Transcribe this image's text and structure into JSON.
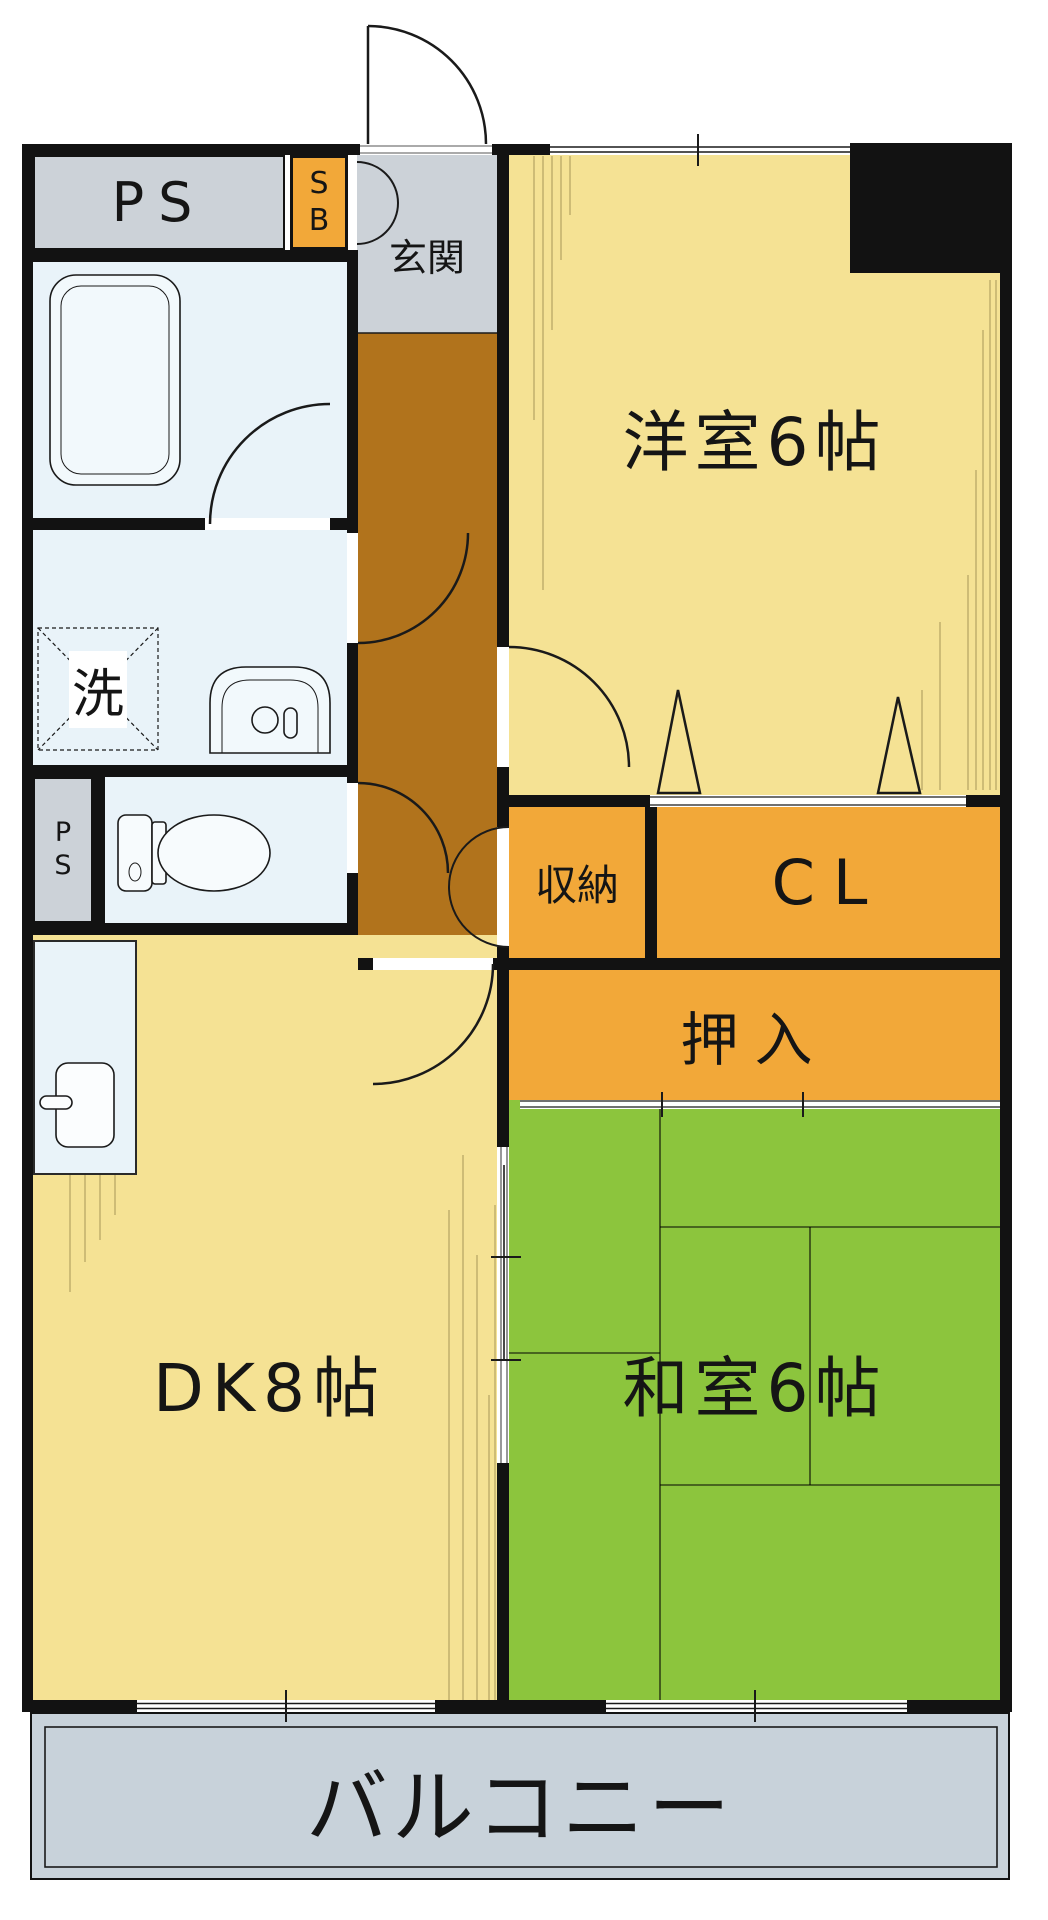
{
  "floorplan": {
    "rooms": {
      "pipe_space_top": {
        "label": "PS"
      },
      "shoe_box": {
        "label": "SB"
      },
      "genkan": {
        "label": "玄関"
      },
      "western_room": {
        "label": "洋室6帖"
      },
      "washing_machine": {
        "label": "洗"
      },
      "pipe_space_side": {
        "label": "PS"
      },
      "storage": {
        "label": "収納"
      },
      "closet": {
        "label": "CL"
      },
      "oshiire": {
        "label": "押入"
      },
      "dining_kitchen": {
        "label": "DK8帖"
      },
      "japanese_room": {
        "label": "和室6帖"
      },
      "balcony": {
        "label": "バルコニー"
      }
    },
    "colors": {
      "wall": "#121212",
      "room_yellow": "#f5e294",
      "tatami_green": "#8cc53d",
      "closet_orange": "#f2a839",
      "hallway_brown": "#b1731c",
      "service_gray": "#ccd2d8",
      "balcony_gray": "#c8d2da",
      "water_blue": "#e9f3f9"
    }
  }
}
